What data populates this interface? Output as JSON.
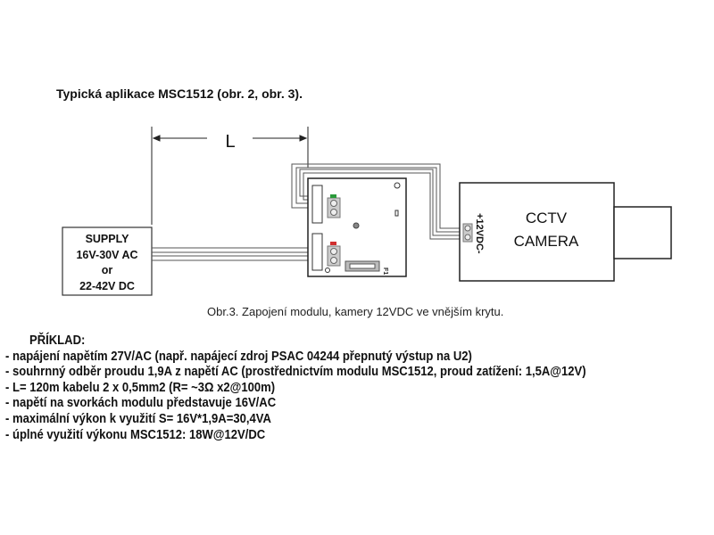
{
  "title": "Typická aplikace MSC1512 (obr. 2, obr. 3).",
  "dimension_label": "L",
  "supply": {
    "lines": [
      "SUPPLY",
      "16V-30V AC",
      "or",
      "22-42V DC"
    ]
  },
  "camera": {
    "line1": "CCTV",
    "line2": "CAMERA",
    "terminal_label": "+12VDC-"
  },
  "module": {
    "fuse_label": "F1"
  },
  "caption": "Obr.3. Zapojení modulu, kamery 12VDC ve vnějším krytu.",
  "example": {
    "heading": "PŘÍKLAD:",
    "items": [
      "- napájení napětím 27V/AC (např. napájecí zdroj PSAC 04244 přepnutý výstup na U2)",
      "- souhrnný odběr proudu 1,9A z napětí AC (prostřednictvím modulu MSC1512, proud zatížení: 1,5A@12V)",
      "- L= 120m kabelu 2 x 0,5mm2 (R= ~3Ω x2@100m)",
      "- napětí na svorkách modulu představuje 16V/AC",
      "- maximální výkon k využití S= 16V*1,9A=30,4VA",
      "- úplné využití výkonu MSC1512: 18W@12V/DC"
    ]
  },
  "colors": {
    "led_green": "#2a9a3a",
    "led_red": "#d03030"
  }
}
